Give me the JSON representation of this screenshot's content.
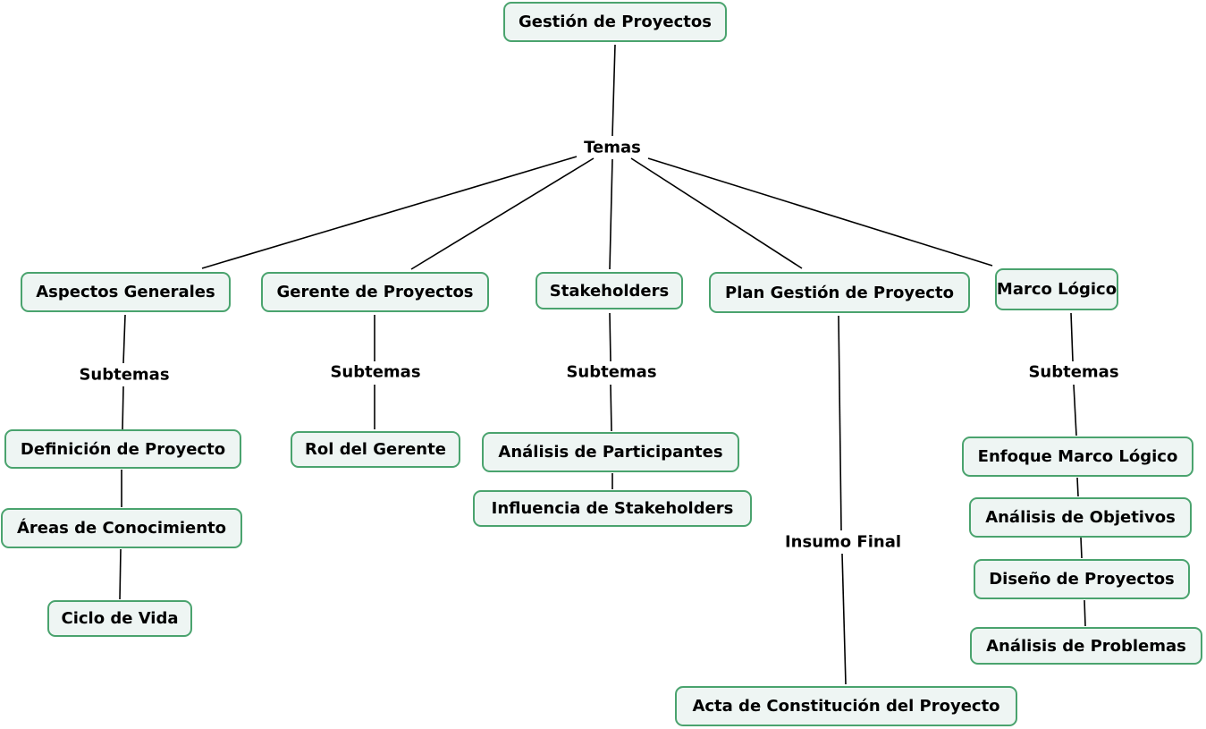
{
  "concepts": {
    "root": "Gestión de Proyectos",
    "aspectos": "Aspectos Generales",
    "gerente": "Gerente de Proyectos",
    "stakeholders": "Stakeholders",
    "plan": "Plan Gestión de Proyecto",
    "marco": "Marco Lógico",
    "definicion": "Definición de Proyecto",
    "areas": "Áreas de Conocimiento",
    "ciclo": "Ciclo de Vida",
    "rol": "Rol del Gerente",
    "analisis_participantes": "Análisis de Participantes",
    "influencia": "Influencia de Stakeholders",
    "acta": "Acta de Constitución del Proyecto",
    "enfoque": "Enfoque Marco Lógico",
    "objetivos": "Análisis de Objetivos",
    "diseno": "Diseño de Proyectos",
    "problemas": "Análisis de Problemas"
  },
  "link_labels": {
    "temas": "Temas",
    "subtemas_aspectos": "Subtemas",
    "subtemas_gerente": "Subtemas",
    "subtemas_stakeholders": "Subtemas",
    "subtemas_marco": "Subtemas",
    "insumo_final": "Insumo Final"
  },
  "colors": {
    "node_fill": "#eef5f3",
    "node_border": "#4aa36e",
    "line": "#000000"
  }
}
